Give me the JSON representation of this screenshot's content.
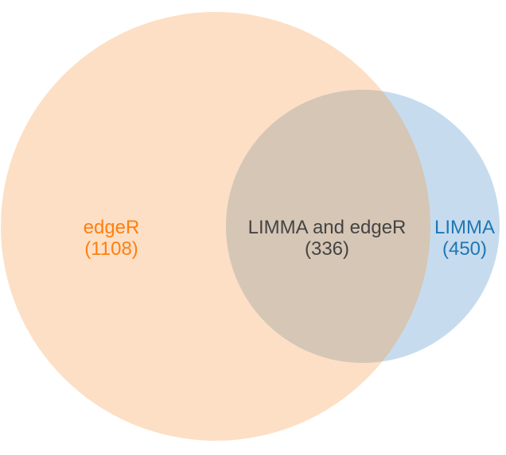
{
  "chart_data": {
    "type": "venn",
    "title": "",
    "sets": [
      {
        "name": "edgeR",
        "label": "edgeR",
        "count_label": "(1108)",
        "only_count": 1108,
        "color": "#fddfc5",
        "text_color": "#ff7f0e"
      },
      {
        "name": "LIMMA",
        "label": "LIMMA",
        "count_label": "(450)",
        "only_count": 450,
        "color": "#c6dcee",
        "text_color": "#1f77b4"
      }
    ],
    "intersection": {
      "label": "LIMMA and edgeR",
      "count_label": "(336)",
      "count": 336,
      "color": "#d6c6b5",
      "text_color": "#444444"
    }
  }
}
